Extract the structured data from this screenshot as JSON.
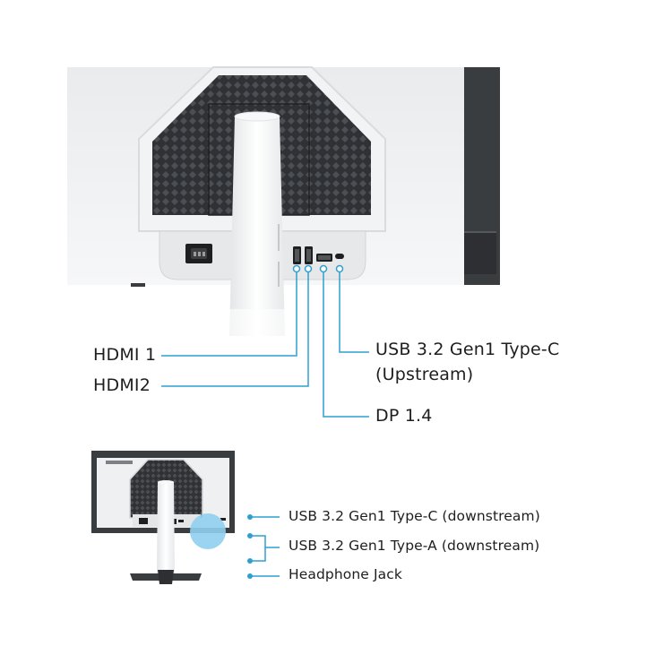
{
  "top_callouts": {
    "hdmi1": "HDMI 1",
    "hdmi2": "HDMI2",
    "usbc_upstream_line1": "USB 3.2 Gen1 Type-C",
    "usbc_upstream_line2": "(Upstream)",
    "dp": "DP 1.4"
  },
  "bottom_callouts": {
    "usbc_downstream": "USB 3.2 Gen1 Type-C (downstream)",
    "usba_downstream": "USB 3.2 Gen1 Type-A (downstream)",
    "headphone": "Headphone Jack"
  },
  "colors": {
    "callout_line": "#2f9fd0",
    "highlight_circle": "#8fcfee",
    "monitor_body": "#eceef0",
    "monitor_dark": "#3a3d40"
  }
}
